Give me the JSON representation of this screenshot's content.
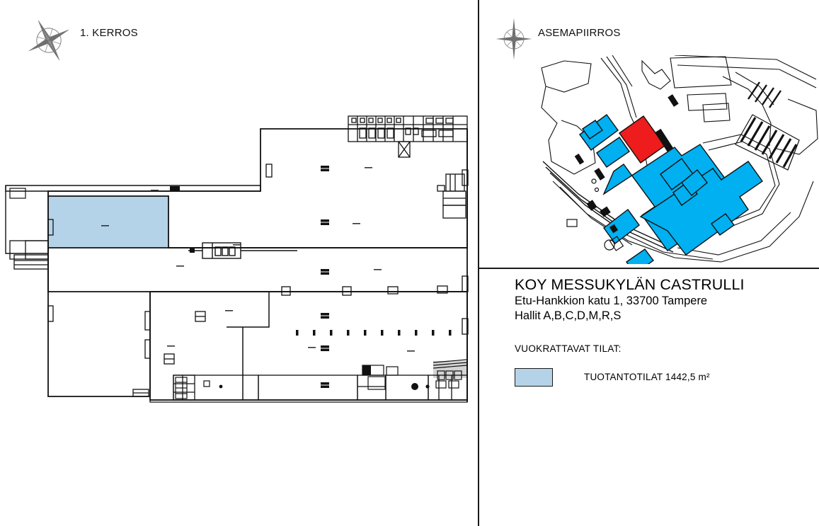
{
  "document": {
    "sheet_title": "KOY MESSUKYLÄN CASTRULLI"
  },
  "floor_plan": {
    "heading": "1. KERROS",
    "compass_icon": "compass-rose-icon",
    "highlight_color": "#b4d3e8",
    "line_color": "#111111"
  },
  "site_plan": {
    "heading": "ASEMAPIIRROS",
    "compass_icon": "compass-rose-icon",
    "building_color": "#00b0f0",
    "subject_building_color": "#ee1c1c",
    "line_color": "#111111"
  },
  "info": {
    "property_name": "KOY MESSUKYLÄN CASTRULLI",
    "address": "Etu-Hankkion katu 1, 33700 Tampere",
    "halls": "Hallit A,B,C,D,M,R,S",
    "legend_caption": "VUOKRATTAVAT TILAT:",
    "legend": [
      {
        "swatch_color": "#b4d3e8",
        "label": "TUOTANTOTILAT 1442,5 m²"
      }
    ]
  }
}
